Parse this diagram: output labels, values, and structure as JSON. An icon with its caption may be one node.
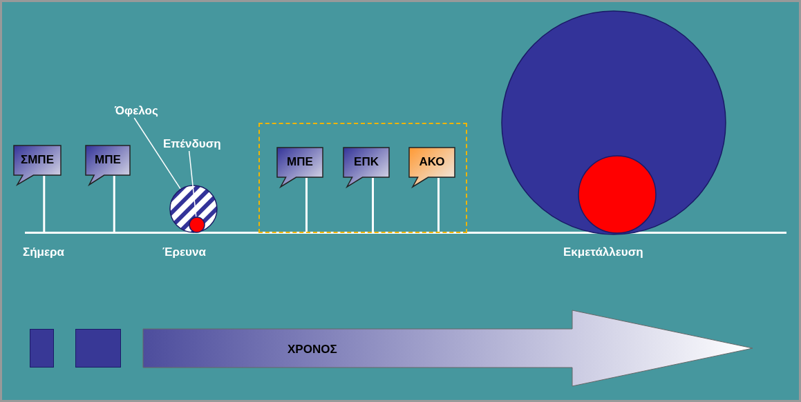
{
  "diagram": {
    "nodes": [
      {
        "text": [
          "ΣΜΠΕ"
        ]
      },
      {
        "text": [
          "ΜΠΕ"
        ]
      },
      {
        "text": [
          "Όφελος"
        ]
      },
      {
        "text": [
          "Επένδυση"
        ]
      },
      {
        "text": [],
        "shape": "circle"
      },
      {
        "text": [],
        "shape": "circle",
        "in": 4
      },
      {
        "text": [],
        "shape": "box"
      },
      {
        "text": [
          "ΜΠΕ"
        ],
        "in": 6
      },
      {
        "text": [
          "ΕΠΚ"
        ],
        "in": 6
      },
      {
        "text": [
          "ΑΚΟ"
        ],
        "in": 6
      },
      {
        "text": [],
        "shape": "circle"
      },
      {
        "text": [],
        "shape": "circle",
        "in": 10
      },
      {
        "text": [],
        "shape": "box"
      },
      {
        "text": [],
        "shape": "box"
      },
      {
        "text": [
          "ΧΡΟΝΟΣ"
        ]
      },
      {
        "text": [],
        "shape": "line"
      }
    ],
    "edges": [
      {
        "from": 0,
        "to": 15,
        "arrow": "none"
      },
      {
        "from": 1,
        "to": 15,
        "arrow": "none"
      },
      {
        "from": 7,
        "to": 15,
        "arrow": "none"
      },
      {
        "from": 8,
        "to": 15,
        "arrow": "none"
      },
      {
        "from": 9,
        "to": 15,
        "arrow": "none"
      },
      {
        "from": 2,
        "to": 4,
        "arrow": "none"
      },
      {
        "from": 3,
        "to": 5,
        "arrow": "none"
      }
    ],
    "labels": [
      "Σήμερα",
      "Έρευνα",
      "Εκμετάλλευση"
    ]
  }
}
